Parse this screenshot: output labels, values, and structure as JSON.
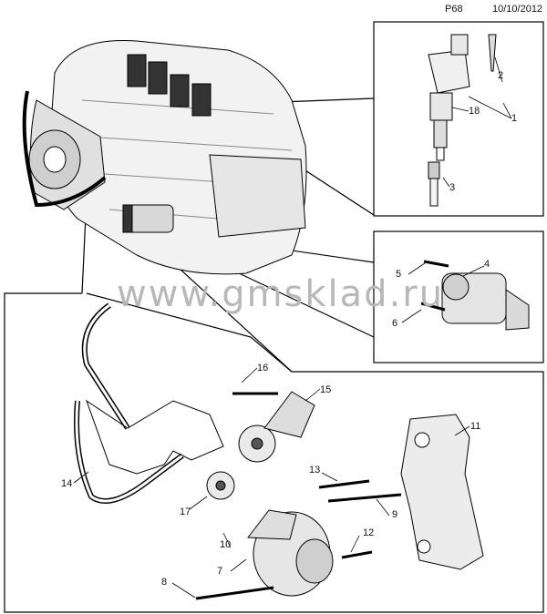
{
  "header": {
    "page_id": "P68",
    "date": "10/10/2012"
  },
  "watermark": "www.gmsklad.ru",
  "callouts": {
    "c1": "1",
    "c2": "2",
    "c3": "3",
    "c4": "4",
    "c5": "5",
    "c6": "6",
    "c7": "7",
    "c8": "8",
    "c9": "9",
    "c10": "10",
    "c11": "11",
    "c12": "12",
    "c13": "13",
    "c14": "14",
    "c15": "15",
    "c16": "16",
    "c17": "17",
    "c18": "18"
  }
}
